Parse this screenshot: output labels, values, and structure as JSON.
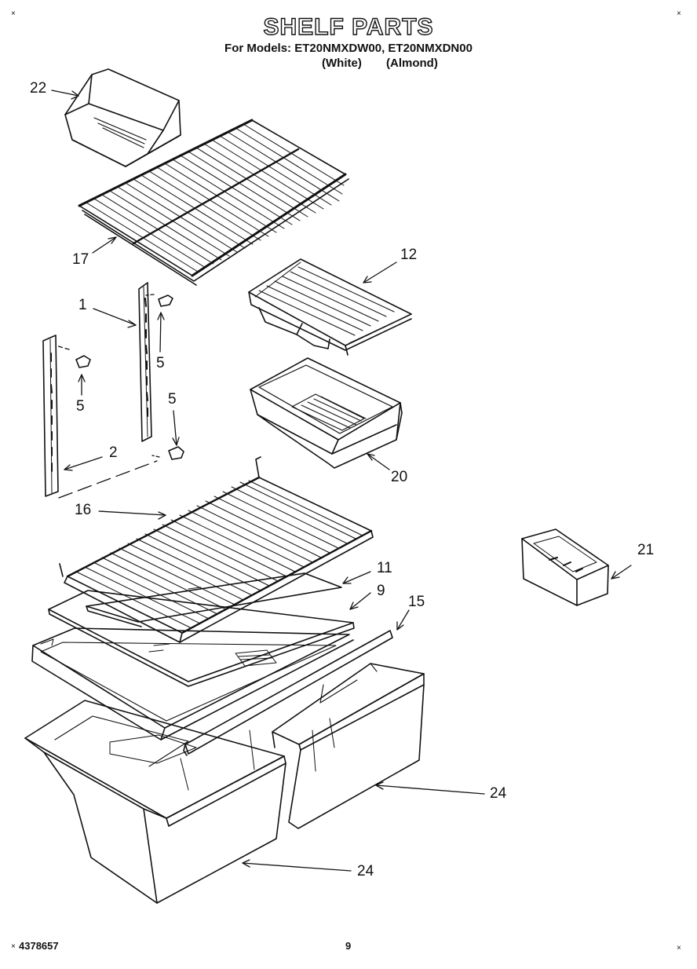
{
  "header": {
    "title": "SHELF PARTS",
    "models_line": "For Models: ET20NMXDW00, ET20NMXDN00",
    "variant_white": "(White)",
    "variant_almond": "(Almond)"
  },
  "callouts": {
    "n22": "22",
    "n17": "17",
    "n12": "12",
    "n1": "1",
    "n5a": "5",
    "n5b": "5",
    "n5c": "5",
    "n2": "2",
    "n20": "20",
    "n16": "16",
    "n21": "21",
    "n11": "11",
    "n9": "9",
    "n15": "15",
    "n24a": "24",
    "n24b": "24"
  },
  "footer": {
    "doc_number": "4378657",
    "page_number": "9"
  },
  "corner_mark": "×"
}
